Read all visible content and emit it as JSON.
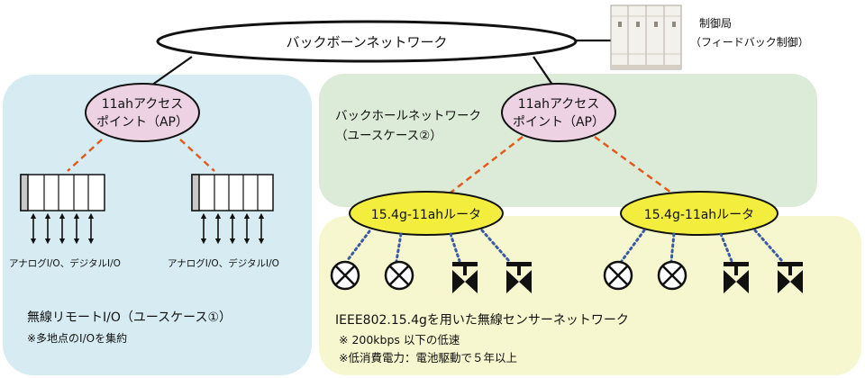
{
  "backbone": {
    "label": "バックボーンネットワーク"
  },
  "control_station": {
    "title": "制御局",
    "subtitle": "（フィードバック制御）"
  },
  "left_panel": {
    "ap_line1": "11ahアクセス",
    "ap_line2": "ポイント（AP）",
    "io_caption_1": "アナログI/O、デジタルI/O",
    "io_caption_2": "アナログI/O、デジタルI/O",
    "heading": "無線リモートI/O（ユースケース①）",
    "note": "※多地点のI/Oを集約"
  },
  "backhaul_panel": {
    "label_line1": "バックホールネットワーク",
    "label_line2": "（ユースケース②）",
    "ap_line1": "11ahアクセス",
    "ap_line2": "ポイント（AP）"
  },
  "sensor_panel": {
    "router_left": "15.4g-11ahルータ",
    "router_right": "15.4g-11ahルータ",
    "heading": "IEEE802.15.4gを用いた無線センサーネットワーク",
    "note1": "※ 200kbps 以下の低速",
    "note2": "※低消費電力：電池駆動で５年以上"
  },
  "colors": {
    "left_panel_bg": "#d6ecf2",
    "backhaul_panel_bg": "#dcebd8",
    "sensor_panel_bg": "#f7f7cf",
    "ap_fill": "#edd2e4",
    "router_fill": "#f3ee3e",
    "wireless_link": "#e35a1e",
    "sensor_link": "#3a5aa6"
  },
  "icons": {
    "io_module": "io-module-icon",
    "sensor": "sensor-icon",
    "valve": "valve-icon",
    "control_cabinet": "control-cabinet-icon"
  }
}
